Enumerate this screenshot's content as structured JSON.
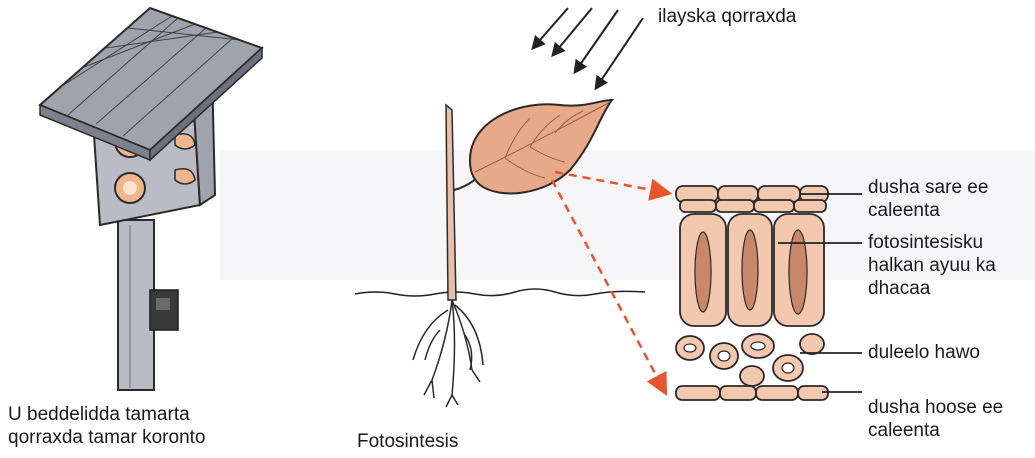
{
  "labels": {
    "sunlight": "ilayska qorraxda",
    "solar_caption_line1": "U beddelidda tamarta",
    "solar_caption_line2": "qorraxda tamar koronto",
    "plant_caption": "Fotosintesis",
    "upper_surface_line1": "dusha sare ee",
    "upper_surface_line2": "caleenta",
    "photosynthesis_site_line1": "fotosintesisku",
    "photosynthesis_site_line2": "halkan ayuu ka",
    "photosynthesis_site_line3": "dhacaa",
    "air_spaces": "duleelo hawo",
    "lower_surface_line1": "dusha hoose ee",
    "lower_surface_line2": "caleenta"
  },
  "colors": {
    "ink": "#2a2a2a",
    "background_wash": "#f6f6f9",
    "solar_body": "#b9bcc4",
    "solar_panel": "#9fa3ad",
    "lamp_glow": "#f1b58b",
    "leaf": "#e8a988",
    "stem": "#e7c0a7",
    "cell": "#f2c8ae",
    "chloroplast": "#c9876a",
    "arrow_accent": "#e8552c"
  }
}
